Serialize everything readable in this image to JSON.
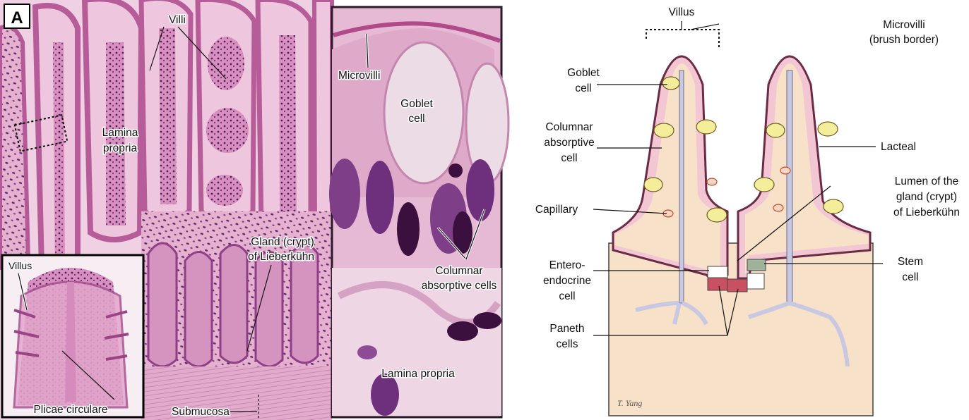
{
  "panel_letter": "A",
  "micrograph_labels": {
    "villi": "Villi",
    "lamina_propria_1": "Lamina",
    "lamina_propria_2": "propria",
    "gland_1": "Gland (crypt)",
    "gland_2": "of Lieberkühn",
    "submucosa": "Submucosa",
    "inset_villus": "Villus",
    "plicae": "Plicae circulare"
  },
  "highmag_labels": {
    "microvilli": "Microvilli",
    "goblet_1": "Goblet",
    "goblet_2": "cell",
    "columnar_1": "Columnar",
    "columnar_2": "absorptive cells",
    "lamina_propria": "Lamina propria"
  },
  "diagram_labels": {
    "villus": "Villus",
    "microvilli_1": "Microvilli",
    "microvilli_2": "(brush border)",
    "goblet_1": "Goblet",
    "goblet_2": "cell",
    "columnar_1": "Columnar",
    "columnar_2": "absorptive",
    "columnar_3": "cell",
    "lacteal": "Lacteal",
    "lumen_1": "Lumen of the",
    "lumen_2": "gland (crypt)",
    "lumen_3": "of Lieberkühn",
    "capillary": "Capillary",
    "stem_1": "Stem",
    "stem_2": "cell",
    "entero_1": "Entero-",
    "entero_2": "endocrine",
    "entero_3": "cell",
    "paneth_1": "Paneth",
    "paneth_2": "cells"
  },
  "signature": "T. Yang",
  "colors": {
    "tissue_pink": "#e9b3d0",
    "tissue_dark": "#b65c98",
    "nucleus": "#4b2461",
    "epithelium": "#f3c6d4",
    "epithelium_border": "#6b2b46",
    "lamina_fill": "#f8e1c9",
    "lacteal": "#c8c8e2",
    "goblet": "#f4ee9a",
    "stem": "#9fb39a"
  }
}
